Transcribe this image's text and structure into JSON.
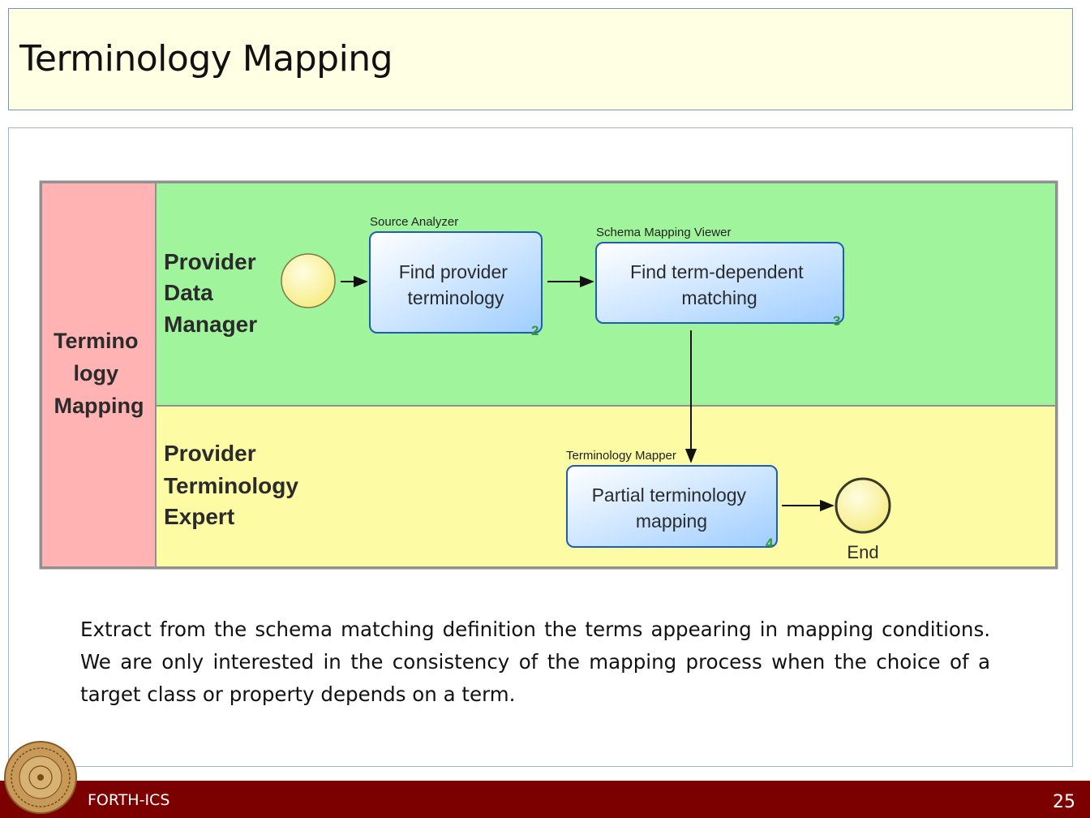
{
  "slide": {
    "title": "Terminology Mapping",
    "paragraph": "Extract from the schema matching definition the terms appearing in mapping conditions. We are only interested in the consistency of the mapping process when the choice of a target class or property depends on a term.",
    "footer_label": "FORTH-ICS",
    "page_number": "25"
  },
  "diagram": {
    "pool_label": [
      "Termino",
      "logy",
      "Mapping"
    ],
    "lanes": [
      {
        "label": [
          "Provider",
          "Data",
          "Manager"
        ]
      },
      {
        "label": [
          "Provider",
          "Terminology",
          "Expert"
        ]
      }
    ],
    "tasks": [
      {
        "tool": "Source Analyzer",
        "text": [
          "Find provider",
          "terminology"
        ],
        "number": "2"
      },
      {
        "tool": "Schema Mapping Viewer",
        "text": [
          "Find term-dependent",
          "matching"
        ],
        "number": "3"
      },
      {
        "tool": "Terminology Mapper",
        "text": [
          "Partial terminology",
          "mapping"
        ],
        "number": "4"
      }
    ],
    "end_label": "End",
    "colors": {
      "pool": "#ffb3b3",
      "lane_top": "#a0f59c",
      "lane_bottom": "#fdfca4",
      "event": "#fcf49a",
      "task_top": "#ffffff",
      "task_bottom": "#9ecdff",
      "task_border": "#1d5db8",
      "number": "#2f9a2f",
      "footer": "#7d0000"
    }
  }
}
